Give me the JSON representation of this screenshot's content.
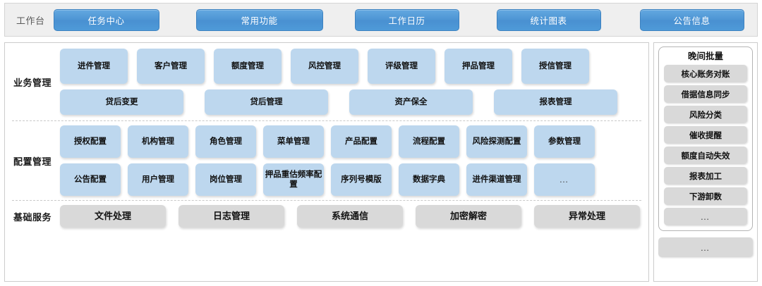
{
  "header": {
    "title": "工作台",
    "tabs": [
      {
        "label": "任务中心"
      },
      {
        "label": "常用功能"
      },
      {
        "label": "工作日历"
      },
      {
        "label": "统计图表"
      },
      {
        "label": "公告信息"
      }
    ]
  },
  "sections": [
    {
      "label": "业务管理",
      "rows": [
        {
          "tiles": [
            {
              "label": "进件管理"
            },
            {
              "label": "客户管理"
            },
            {
              "label": "额度管理"
            },
            {
              "label": "风控管理"
            },
            {
              "label": "评级管理"
            },
            {
              "label": "押品管理"
            },
            {
              "label": "授信管理"
            }
          ]
        },
        {
          "tiles": [
            {
              "label": "贷后变更"
            },
            {
              "label": "贷后管理"
            },
            {
              "label": "资产保全"
            },
            {
              "label": "报表管理"
            }
          ]
        }
      ]
    },
    {
      "label": "配置管理",
      "rows": [
        {
          "tiles": [
            {
              "label": "授权配置"
            },
            {
              "label": "机构管理"
            },
            {
              "label": "角色管理"
            },
            {
              "label": "菜单管理"
            },
            {
              "label": "产品配置"
            },
            {
              "label": "流程配置"
            },
            {
              "label": "风险探测配置"
            },
            {
              "label": "参数管理"
            }
          ]
        },
        {
          "tiles": [
            {
              "label": "公告配置"
            },
            {
              "label": "用户管理"
            },
            {
              "label": "岗位管理"
            },
            {
              "label": "押品重估频率配置"
            },
            {
              "label": "序列号模版"
            },
            {
              "label": "数据字典"
            },
            {
              "label": "进件渠道管理"
            },
            {
              "label": "…"
            }
          ]
        }
      ]
    },
    {
      "label": "基础服务",
      "rows": [
        {
          "tiles": [
            {
              "label": "文件处理"
            },
            {
              "label": "日志管理"
            },
            {
              "label": "系统通信"
            },
            {
              "label": "加密解密"
            },
            {
              "label": "异常处理"
            }
          ]
        }
      ]
    }
  ],
  "right_panel": {
    "batch_title": "晚间批量",
    "batch_items": [
      {
        "label": "核心账务对账"
      },
      {
        "label": "借据信息同步"
      },
      {
        "label": "风险分类"
      },
      {
        "label": "催收提醒"
      },
      {
        "label": "额度自动失效"
      },
      {
        "label": "报表加工"
      },
      {
        "label": "下游卸数"
      },
      {
        "label": "…"
      }
    ],
    "footer_tile": {
      "label": "…"
    }
  },
  "colors": {
    "tab_blue": "#4d95d4",
    "tile_blue": "#bdd7ee",
    "tile_gray": "#d9d9d9",
    "header_bg": "#efefef",
    "card_border": "#cccccc"
  }
}
